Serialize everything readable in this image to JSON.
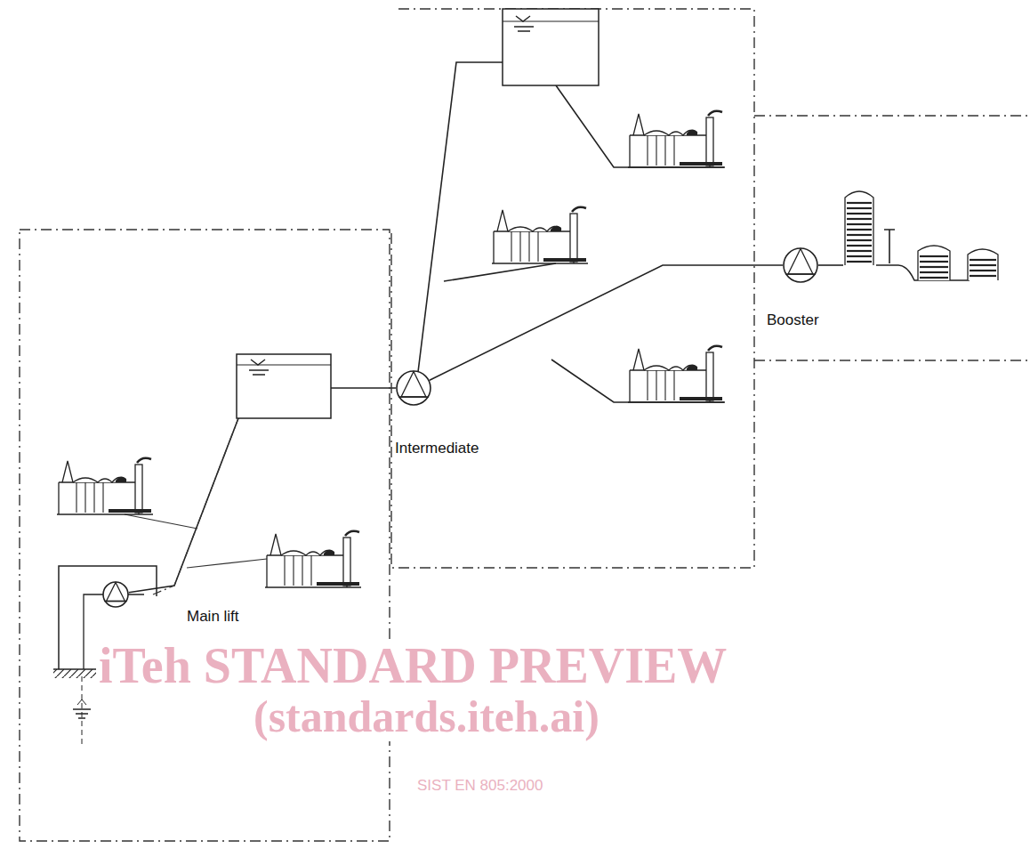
{
  "diagram": {
    "nodes": [
      {
        "text": [
          "Main lift"
        ]
      },
      {
        "text": [
          "Intermediate"
        ]
      },
      {
        "text": [
          "Booster"
        ]
      }
    ],
    "edges": [
      {
        "from": 0,
        "to": 1,
        "arrow": "none"
      },
      {
        "from": 1,
        "to": 2,
        "arrow": "none"
      }
    ],
    "labels": [
      "iTeh STANDARD PREVIEW",
      "(standards.iteh.ai)",
      "SIST EN 805:2000"
    ]
  }
}
